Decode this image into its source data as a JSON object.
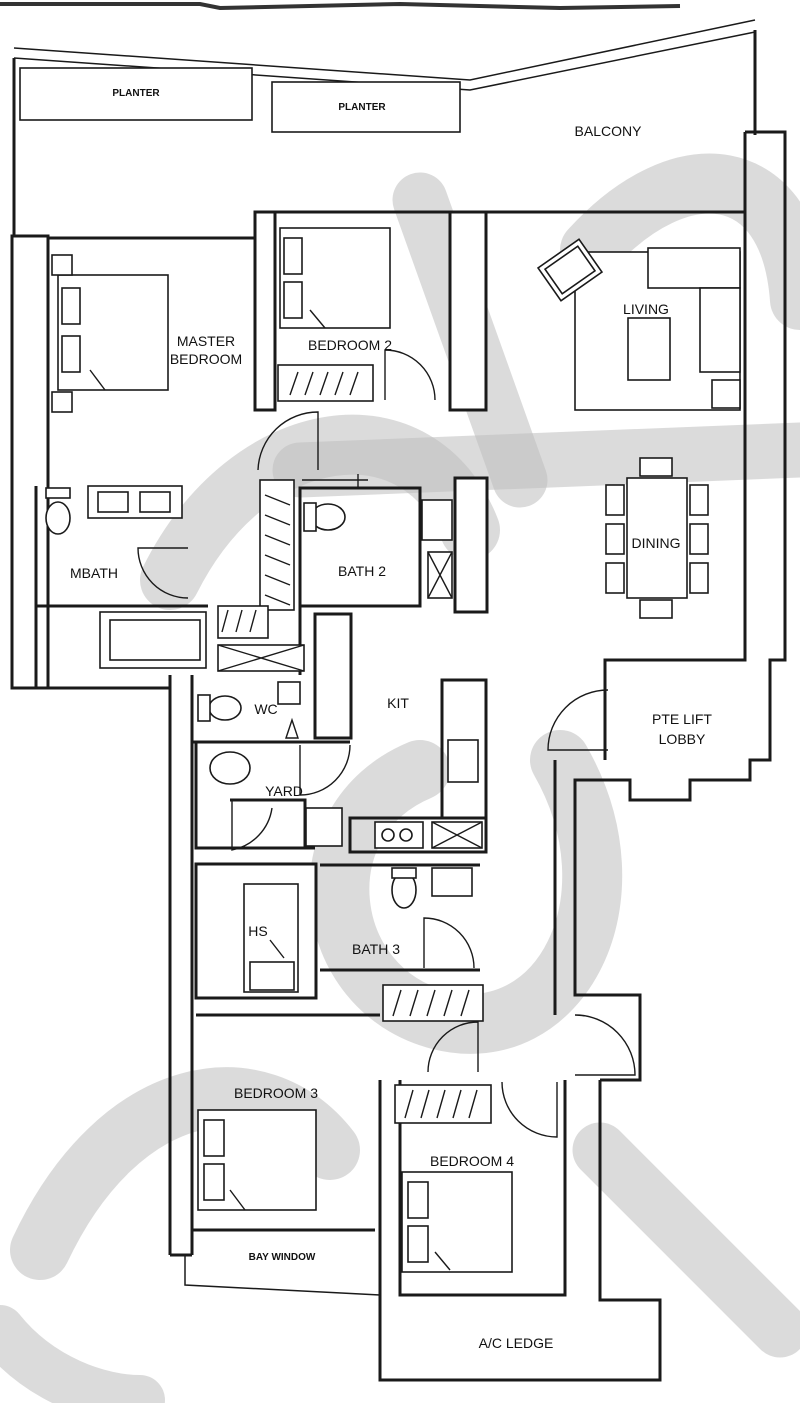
{
  "rooms": {
    "planter_1": "PLANTER",
    "planter_2": "PLANTER",
    "balcony": "BALCONY",
    "living": "LIVING",
    "master_bedroom_line1": "MASTER",
    "master_bedroom_line2": "BEDROOM",
    "bedroom_2": "BEDROOM 2",
    "dining": "DINING",
    "mbath": "MBATH",
    "bath_2": "BATH 2",
    "wc": "WC",
    "kit": "KIT",
    "pte_lift_lobby_line1": "PTE LIFT",
    "pte_lift_lobby_line2": "LOBBY",
    "yard": "YARD",
    "hs": "HS",
    "bath_3": "BATH 3",
    "bedroom_3": "BEDROOM 3",
    "bedroom_4": "BEDROOM 4",
    "bay_window": "BAY WINDOW",
    "ac_ledge": "A/C LEDGE"
  },
  "colors": {
    "wall": "#1a1a1a",
    "watermark": "#bdbdbd",
    "background": "#ffffff"
  }
}
